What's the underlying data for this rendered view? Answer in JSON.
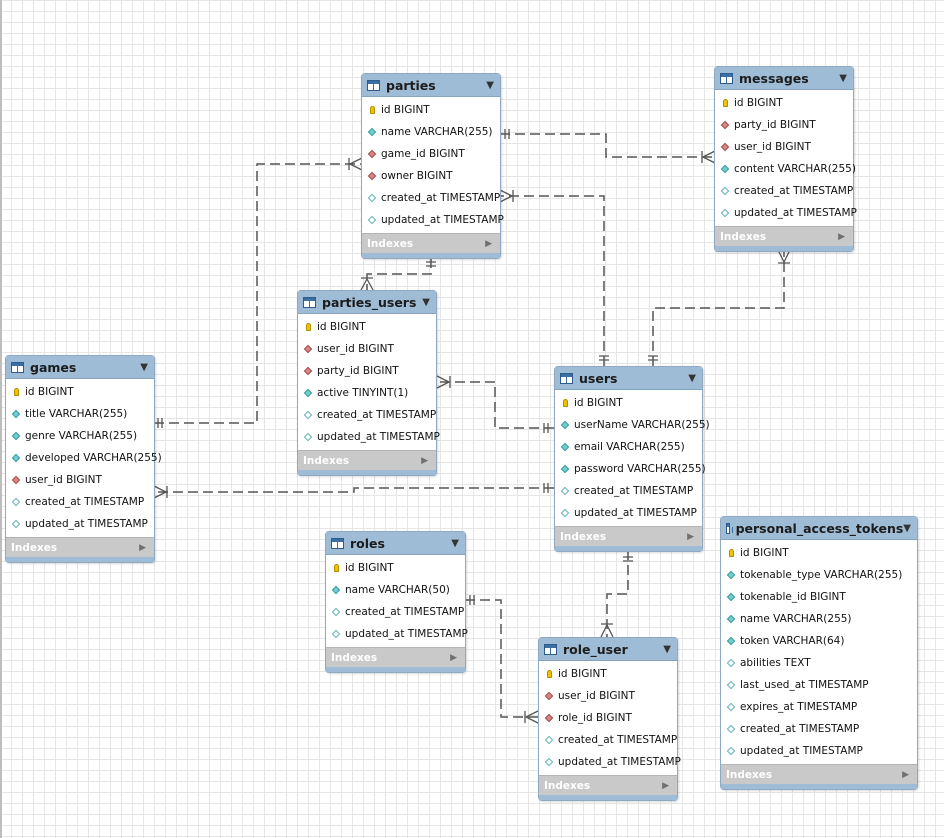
{
  "tables": [
    {
      "id": "parties",
      "name": "parties",
      "columns": [
        {
          "text": "id BIGINT",
          "kind": "pk"
        },
        {
          "text": "name VARCHAR(255)",
          "kind": "notnull"
        },
        {
          "text": "game_id BIGINT",
          "kind": "fk"
        },
        {
          "text": "owner BIGINT",
          "kind": "fk"
        },
        {
          "text": "created_at TIMESTAMP",
          "kind": "nullable"
        },
        {
          "text": "updated_at TIMESTAMP",
          "kind": "nullable"
        }
      ],
      "footer": "Indexes"
    },
    {
      "id": "messages",
      "name": "messages",
      "columns": [
        {
          "text": "id BIGINT",
          "kind": "pk"
        },
        {
          "text": "party_id BIGINT",
          "kind": "fk"
        },
        {
          "text": "user_id BIGINT",
          "kind": "fk"
        },
        {
          "text": "content VARCHAR(255)",
          "kind": "notnull"
        },
        {
          "text": "created_at TIMESTAMP",
          "kind": "nullable"
        },
        {
          "text": "updated_at TIMESTAMP",
          "kind": "nullable"
        }
      ],
      "footer": "Indexes"
    },
    {
      "id": "parties_users",
      "name": "parties_users",
      "columns": [
        {
          "text": "id BIGINT",
          "kind": "pk"
        },
        {
          "text": "user_id BIGINT",
          "kind": "fk"
        },
        {
          "text": "party_id BIGINT",
          "kind": "fk"
        },
        {
          "text": "active TINYINT(1)",
          "kind": "notnull"
        },
        {
          "text": "created_at TIMESTAMP",
          "kind": "nullable"
        },
        {
          "text": "updated_at TIMESTAMP",
          "kind": "nullable"
        }
      ],
      "footer": "Indexes"
    },
    {
      "id": "games",
      "name": "games",
      "columns": [
        {
          "text": "id BIGINT",
          "kind": "pk"
        },
        {
          "text": "title VARCHAR(255)",
          "kind": "notnull"
        },
        {
          "text": "genre VARCHAR(255)",
          "kind": "notnull"
        },
        {
          "text": "developed VARCHAR(255)",
          "kind": "notnull"
        },
        {
          "text": "user_id BIGINT",
          "kind": "fk"
        },
        {
          "text": "created_at TIMESTAMP",
          "kind": "nullable"
        },
        {
          "text": "updated_at TIMESTAMP",
          "kind": "nullable"
        }
      ],
      "footer": "Indexes"
    },
    {
      "id": "users",
      "name": "users",
      "columns": [
        {
          "text": "id BIGINT",
          "kind": "pk"
        },
        {
          "text": "userName VARCHAR(255)",
          "kind": "notnull"
        },
        {
          "text": "email VARCHAR(255)",
          "kind": "notnull"
        },
        {
          "text": "password VARCHAR(255)",
          "kind": "notnull"
        },
        {
          "text": "created_at TIMESTAMP",
          "kind": "nullable"
        },
        {
          "text": "updated_at TIMESTAMP",
          "kind": "nullable"
        }
      ],
      "footer": "Indexes"
    },
    {
      "id": "roles",
      "name": "roles",
      "columns": [
        {
          "text": "id BIGINT",
          "kind": "pk"
        },
        {
          "text": "name VARCHAR(50)",
          "kind": "notnull"
        },
        {
          "text": "created_at TIMESTAMP",
          "kind": "nullable"
        },
        {
          "text": "updated_at TIMESTAMP",
          "kind": "nullable"
        }
      ],
      "footer": "Indexes"
    },
    {
      "id": "role_user",
      "name": "role_user",
      "columns": [
        {
          "text": "id BIGINT",
          "kind": "pk"
        },
        {
          "text": "user_id BIGINT",
          "kind": "fk"
        },
        {
          "text": "role_id BIGINT",
          "kind": "fk"
        },
        {
          "text": "created_at TIMESTAMP",
          "kind": "nullable"
        },
        {
          "text": "updated_at TIMESTAMP",
          "kind": "nullable"
        }
      ],
      "footer": "Indexes"
    },
    {
      "id": "personal_access_tokens",
      "name": "personal_access_tokens",
      "columns": [
        {
          "text": "id BIGINT",
          "kind": "pk"
        },
        {
          "text": "tokenable_type VARCHAR(255)",
          "kind": "notnull"
        },
        {
          "text": "tokenable_id BIGINT",
          "kind": "notnull"
        },
        {
          "text": "name VARCHAR(255)",
          "kind": "notnull"
        },
        {
          "text": "token VARCHAR(64)",
          "kind": "notnull"
        },
        {
          "text": "abilities TEXT",
          "kind": "nullable"
        },
        {
          "text": "last_used_at TIMESTAMP",
          "kind": "nullable"
        },
        {
          "text": "expires_at TIMESTAMP",
          "kind": "nullable"
        },
        {
          "text": "created_at TIMESTAMP",
          "kind": "nullable"
        },
        {
          "text": "updated_at TIMESTAMP",
          "kind": "nullable"
        }
      ],
      "footer": "Indexes"
    }
  ],
  "relationships": [
    {
      "from": "games",
      "to": "parties",
      "cardinality": "one-to-many"
    },
    {
      "from": "parties",
      "to": "parties_users",
      "cardinality": "one-to-many"
    },
    {
      "from": "parties",
      "to": "messages",
      "cardinality": "one-to-many"
    },
    {
      "from": "users",
      "to": "parties",
      "cardinality": "one-to-many"
    },
    {
      "from": "users",
      "to": "messages",
      "cardinality": "one-to-many"
    },
    {
      "from": "users",
      "to": "parties_users",
      "cardinality": "one-to-many"
    },
    {
      "from": "users",
      "to": "games",
      "cardinality": "one-to-many"
    },
    {
      "from": "users",
      "to": "role_user",
      "cardinality": "one-to-many"
    },
    {
      "from": "roles",
      "to": "role_user",
      "cardinality": "one-to-many"
    }
  ],
  "colors": {
    "header": "#9fbcd6",
    "footer": "#c9c9c9",
    "connector": "#555555",
    "pk_key": "#f2c200",
    "fk_diamond": "#d98585",
    "notnull_diamond": "#6fd0d0"
  },
  "icons": {
    "table": "table-icon",
    "pk": "primary-key-icon",
    "fk": "foreign-key-diamond-icon",
    "notnull": "filled-diamond-icon",
    "nullable": "hollow-diamond-icon",
    "menu": "dropdown-triangle-icon",
    "footer": "expand-arrow-icon"
  }
}
